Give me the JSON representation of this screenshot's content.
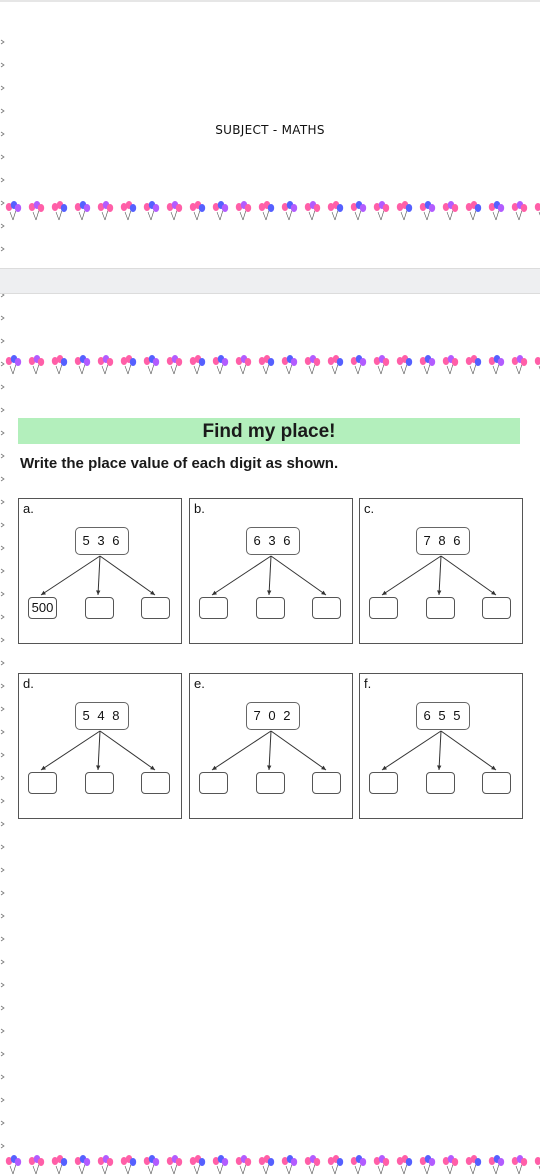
{
  "header": {
    "subject": "SUBJECT - MATHS"
  },
  "worksheet": {
    "title": "Find my place!",
    "instruction": "Write the place value of each digit as shown.",
    "puzzles": [
      {
        "letter": "a.",
        "number": "5 3 6",
        "answers": [
          "500",
          "",
          ""
        ]
      },
      {
        "letter": "b.",
        "number": "6 3 6",
        "answers": [
          "",
          "",
          ""
        ]
      },
      {
        "letter": "c.",
        "number": "7 8 6",
        "answers": [
          "",
          "",
          ""
        ]
      },
      {
        "letter": "d.",
        "number": "5 4 8",
        "answers": [
          "",
          "",
          ""
        ]
      },
      {
        "letter": "e.",
        "number": "7 0 2",
        "answers": [
          "",
          "",
          ""
        ]
      },
      {
        "letter": "f.",
        "number": "6 5 5",
        "answers": [
          "",
          "",
          ""
        ]
      }
    ]
  },
  "colors": {
    "title_bar": "#b3efbc",
    "balloon_pink": "#ff5fa8",
    "balloon_blue": "#5560ff",
    "balloon_purple": "#b25cff"
  }
}
